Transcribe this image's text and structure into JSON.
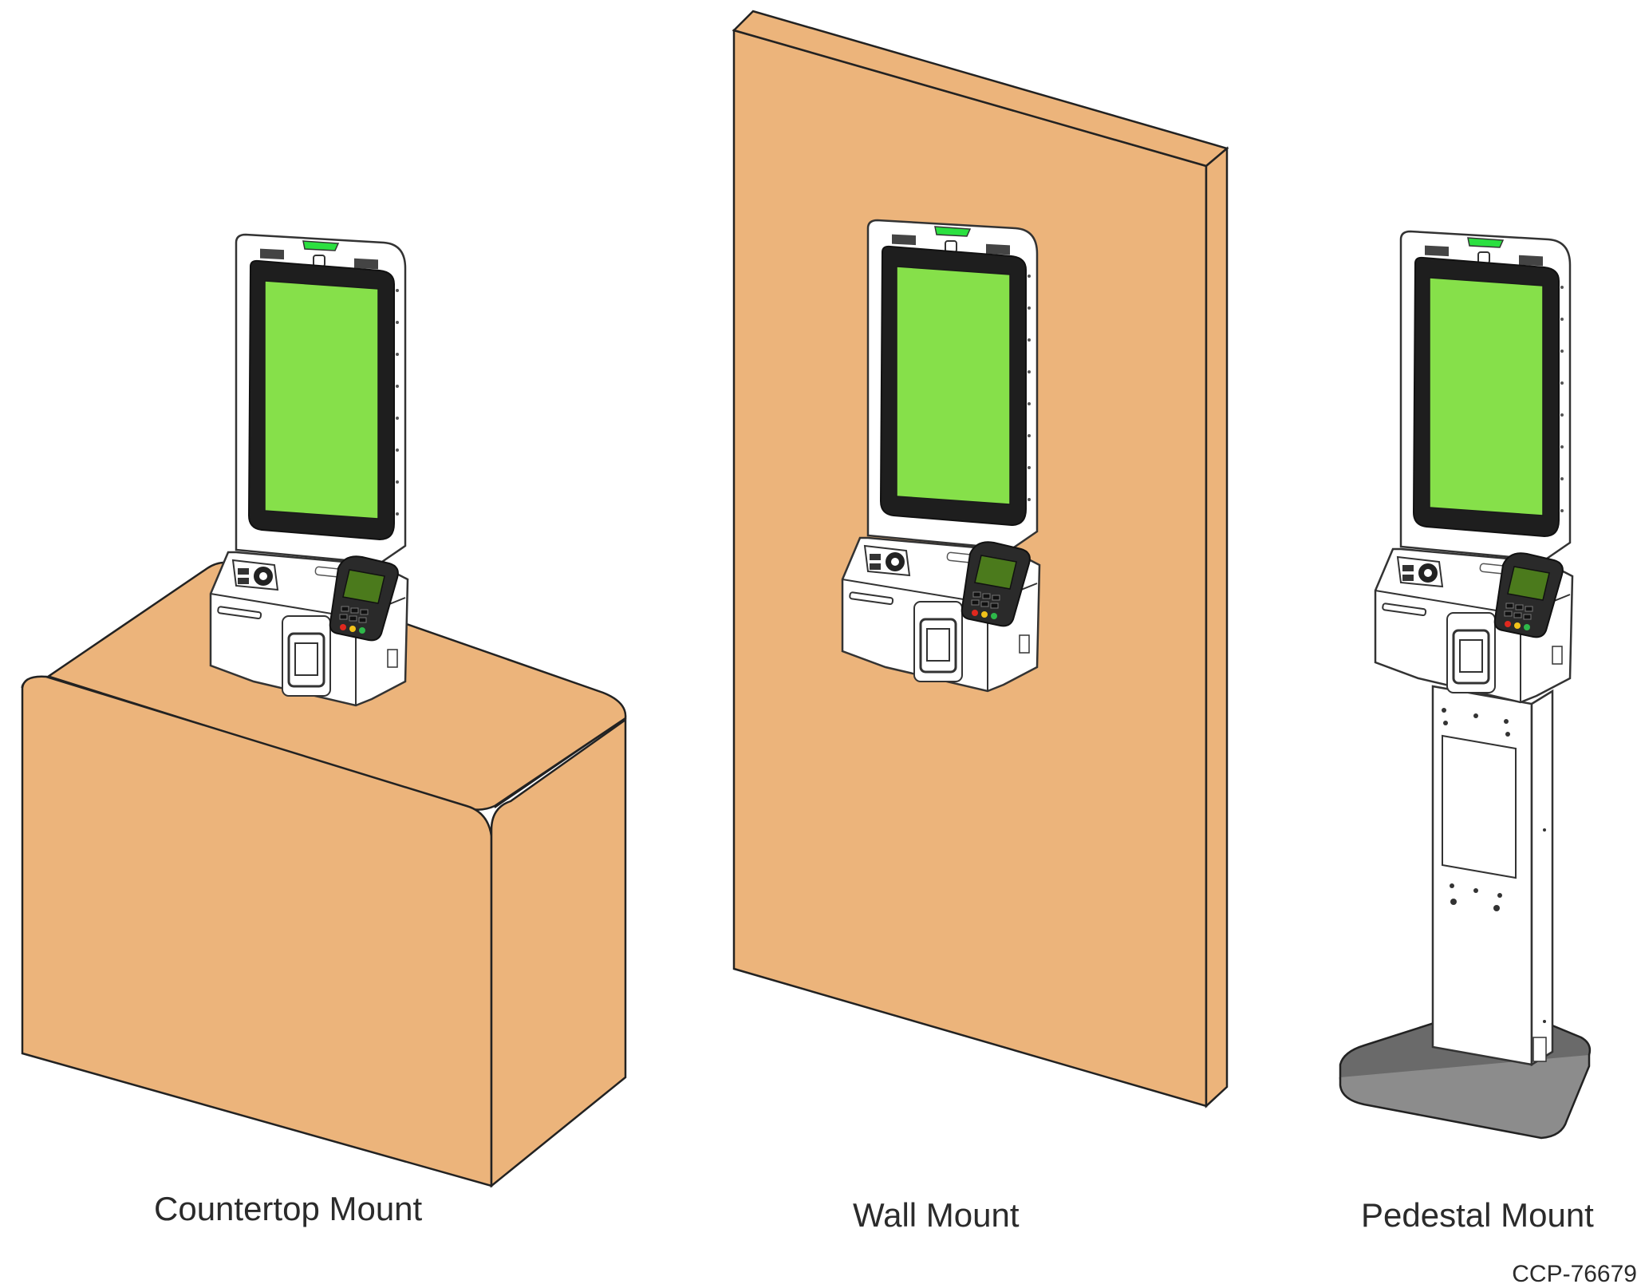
{
  "figure": {
    "captions": {
      "countertop": "Countertop Mount",
      "wall": "Wall Mount",
      "pedestal": "Pedestal Mount"
    },
    "figure_code": "CCP-76679",
    "colors": {
      "surface": "#ECB47B",
      "screen": "#86E04A",
      "status_led": "#2BE040",
      "bezel": "#1E1E1E",
      "kiosk_body": "#FFFFFF",
      "pedestal_base": "#6A6A6A",
      "keypad_red": "#E0281E",
      "keypad_yellow": "#F2C21A",
      "keypad_green": "#2EB84A",
      "outline": "#333333"
    }
  }
}
